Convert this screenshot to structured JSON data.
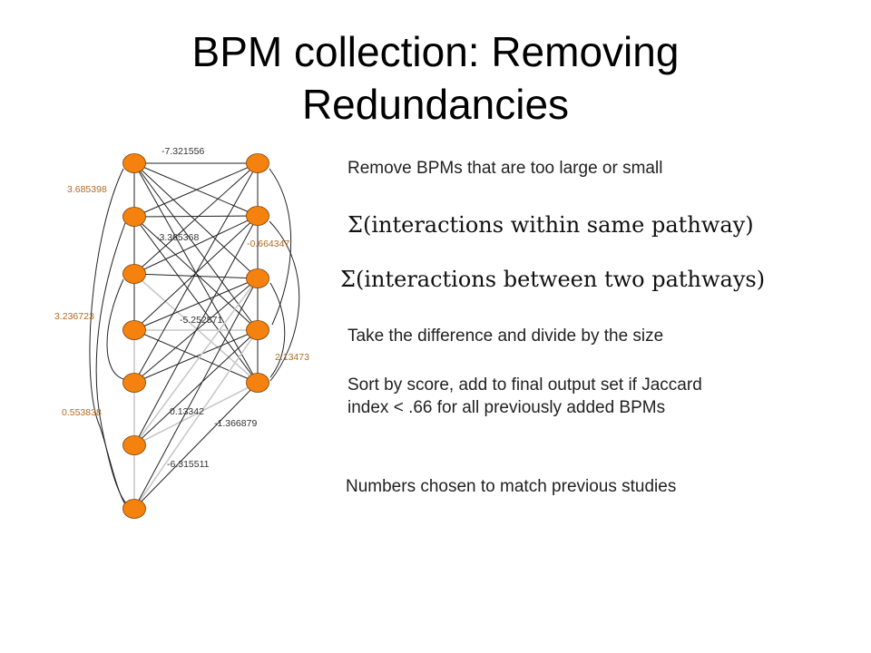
{
  "slide": {
    "title_line1": "BPM collection: Removing",
    "title_line2": "Redundancies"
  },
  "network": {
    "edge_labels": [
      {
        "text": "-7.321556",
        "color": "#333333"
      },
      {
        "text": "3.685398",
        "color": "#b06a20"
      },
      {
        "text": "-3.365368",
        "color": "#333333"
      },
      {
        "text": "-0.664347",
        "color": "#b06a20"
      },
      {
        "text": "3.236723",
        "color": "#b06a20"
      },
      {
        "text": "-5.252571",
        "color": "#333333"
      },
      {
        "text": "2.13473",
        "color": "#b06a20"
      },
      {
        "text": "0.553838",
        "color": "#b06a20"
      },
      {
        "text": "0.13342",
        "color": "#333333"
      },
      {
        "text": "-1.366879",
        "color": "#333333"
      },
      {
        "text": "-6.315511",
        "color": "#333333"
      }
    ],
    "node_color": "#f5820f"
  },
  "bullets": {
    "b1": "Remove BPMs that are too large or small",
    "formula1": "Σ(interactions within same pathway)",
    "formula2": "Σ(interactions between two pathways)",
    "b2": "Take the difference and divide by the size",
    "b3": "Sort by score, add to final output set if Jaccard index < .66 for all previously added BPMs",
    "b4": "Numbers chosen to match previous studies"
  }
}
